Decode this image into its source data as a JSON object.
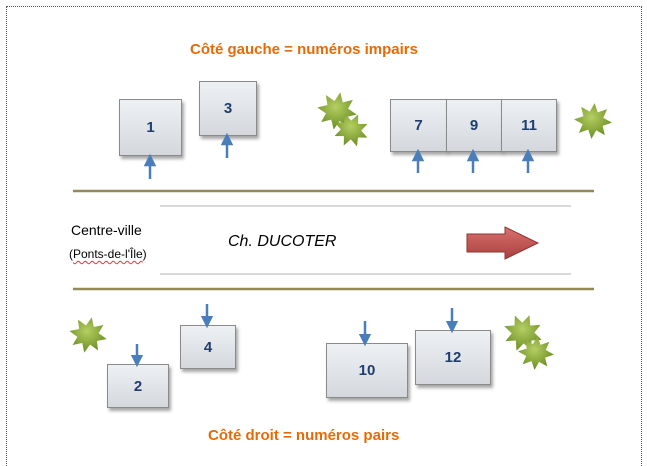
{
  "headings": {
    "left_side": "Côté gauche = numéros impairs",
    "right_side": "Côté droit = numéros pairs"
  },
  "street": {
    "name": "Ch.  DUCOTER"
  },
  "destination": {
    "city": "Centre-ville",
    "paren_open": "(",
    "subtitle": "Ponts-de-l'Île",
    "paren_close": ")"
  },
  "houses_odd": [
    "1",
    "3",
    "7",
    "9",
    "11"
  ],
  "houses_even": [
    "2",
    "4",
    "10",
    "12"
  ],
  "colors": {
    "heading": "#e36c0a",
    "house_number": "#1f3e6e",
    "arrow_blue": "#4a7ebb",
    "direction_arrow": "#c0504d",
    "road_line": "#948a54",
    "bush": "#7a9c2e"
  },
  "icons": {
    "direction": "right-arrow-icon",
    "vegetation": "bush-icon",
    "entrance": "up-down-arrow-icon"
  }
}
